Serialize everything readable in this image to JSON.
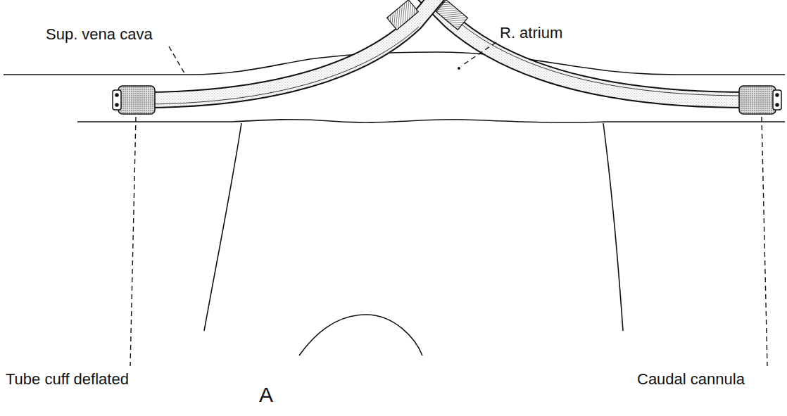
{
  "diagram": {
    "labels": [
      "Sup. vena cava",
      "R. atrium",
      "Tube cuff deflated",
      "Caudal cannula",
      "A"
    ]
  }
}
